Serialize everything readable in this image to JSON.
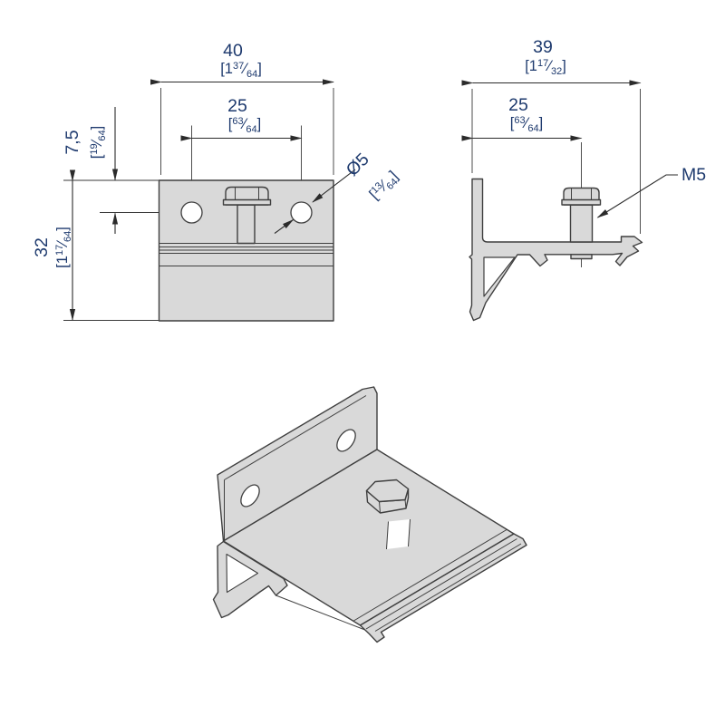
{
  "drawing": {
    "colors": {
      "part_fill": "#d9d9d9",
      "outline": "#3f3f3f",
      "dimension_line": "#2b2b2b",
      "dimension_text": "#1e3a6e",
      "background": "#ffffff"
    },
    "dimensions": {
      "front_width": {
        "mm": "40",
        "pre": "[1",
        "num": "37",
        "slash": "⁄",
        "den": "64",
        "post": "]"
      },
      "front_hole_spacing": {
        "mm": "25",
        "pre": "[",
        "num": "63",
        "slash": "⁄",
        "den": "64",
        "post": "]"
      },
      "front_hole_offset": {
        "mm": "7,5",
        "pre": "[",
        "num": "19",
        "slash": "⁄",
        "den": "64",
        "post": "]"
      },
      "front_height": {
        "mm": "32",
        "pre": "[1",
        "num": "17",
        "slash": "⁄",
        "den": "64",
        "post": "]"
      },
      "hole_diameter": {
        "mm": "Ø5",
        "pre": "[",
        "num": "13",
        "slash": "⁄",
        "den": "64",
        "post": "]"
      },
      "side_depth": {
        "mm": "39",
        "pre": "[1",
        "num": "17",
        "slash": "⁄",
        "den": "32",
        "post": "]"
      },
      "side_bolt_offset": {
        "mm": "25",
        "pre": "[",
        "num": "63",
        "slash": "⁄",
        "den": "64",
        "post": "]"
      },
      "bolt_thread": {
        "label": "M5"
      }
    }
  }
}
